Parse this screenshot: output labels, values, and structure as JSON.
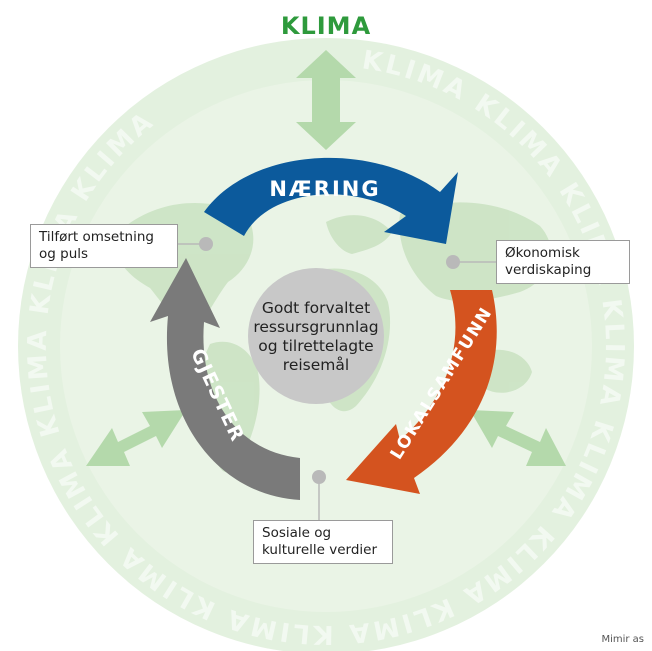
{
  "top_label": "KLIMA",
  "ring_word": "KLIMA",
  "arrows": {
    "top": "NÆRING",
    "right": "LOKALSAMFUNN",
    "left": "GJESTER"
  },
  "center": [
    "Godt forvaltet",
    "ressursgrunnlag",
    "og tilrettelagte",
    "reisemål"
  ],
  "boxes": {
    "left": [
      "Tilført omsetning",
      "og puls"
    ],
    "right": [
      "Økonomisk",
      "verdiskaping"
    ],
    "bottom": [
      "Sosiale og",
      "kulturelle verdier"
    ]
  },
  "credit": "Mimir as",
  "colors": {
    "klima_green": "#2e9a3c",
    "ring_fill": "#e3f1df",
    "inner_fill": "#eaf4e6",
    "map_green": "#cbe3c3",
    "green_arrow": "#b4d9ab",
    "naering_blue": "#0c5a9c",
    "lokalsamfunn_orange": "#d4531f",
    "gjester_gray": "#7a7a7a",
    "center_gray": "#c8c8c8",
    "dot_gray": "#b9b9b9"
  }
}
